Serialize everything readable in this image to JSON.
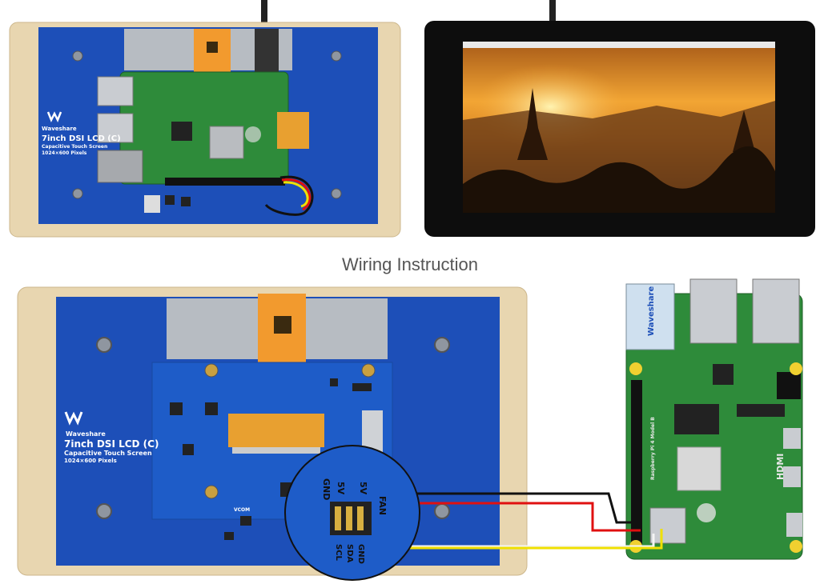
{
  "caption": "Wiring Instruction",
  "top_board": {
    "brand": "Waveshare",
    "title": "7inch DSI LCD (C)",
    "subtitle": "Capacitive Touch Screen",
    "resolution": "1024×600 Pixels"
  },
  "bottom_board": {
    "brand": "Waveshare",
    "title": "7inch DSI LCD (C)",
    "subtitle": "Capacitive Touch Screen",
    "resolution": "1024×600 Pixels",
    "vcom_label": "VCOM"
  },
  "connector_labels": {
    "gnd": "GND",
    "v5_a": "5V",
    "v5_b": "5V",
    "fan": "FAN",
    "scl": "SCL",
    "sda": "SDA",
    "gnd2": "GND"
  },
  "pi": {
    "side_label": "Waveshare",
    "hdmi_label": "HDMI",
    "brand_text": "Raspberry Pi 4 Model B"
  },
  "wire_colors": {
    "black": "#111111",
    "red": "#e01010",
    "yellow": "#f0e000",
    "white": "#f4f4f4"
  },
  "colors": {
    "panel_blue": "#1d4fb8",
    "frame": "#e8d6b0",
    "pcb_green": "#2e8b3a"
  }
}
